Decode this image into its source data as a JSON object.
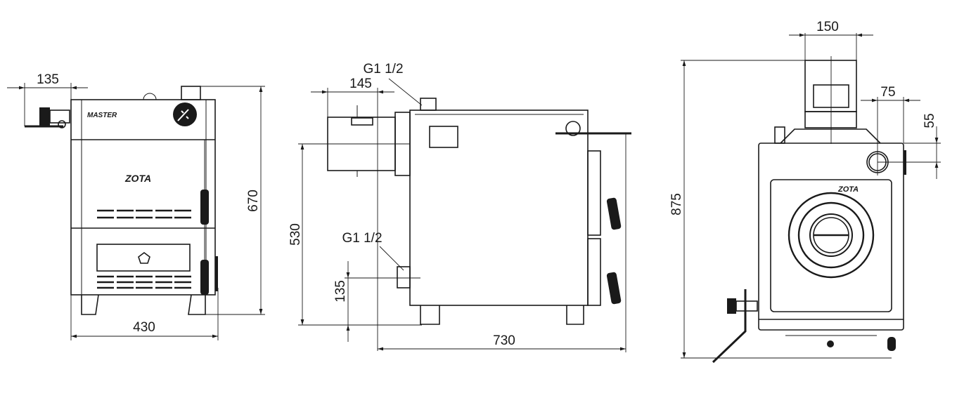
{
  "front_view": {
    "dim_handle": "135",
    "dim_width": "430",
    "dim_height": "670",
    "logo_top": "MASTER",
    "logo_brand": "ZOTA"
  },
  "side_view": {
    "thread_top": "G1 1/2",
    "thread_bottom": "G1 1/2",
    "dim_flue": "145",
    "dim_flue_height": "530",
    "dim_return_height": "135",
    "dim_depth": "730"
  },
  "rear_view": {
    "dim_flue_diameter": "150",
    "dim_pipe_offset_x": "75",
    "dim_pipe_offset_y": "55",
    "dim_total_height": "875",
    "logo_brand": "ZOTA"
  }
}
